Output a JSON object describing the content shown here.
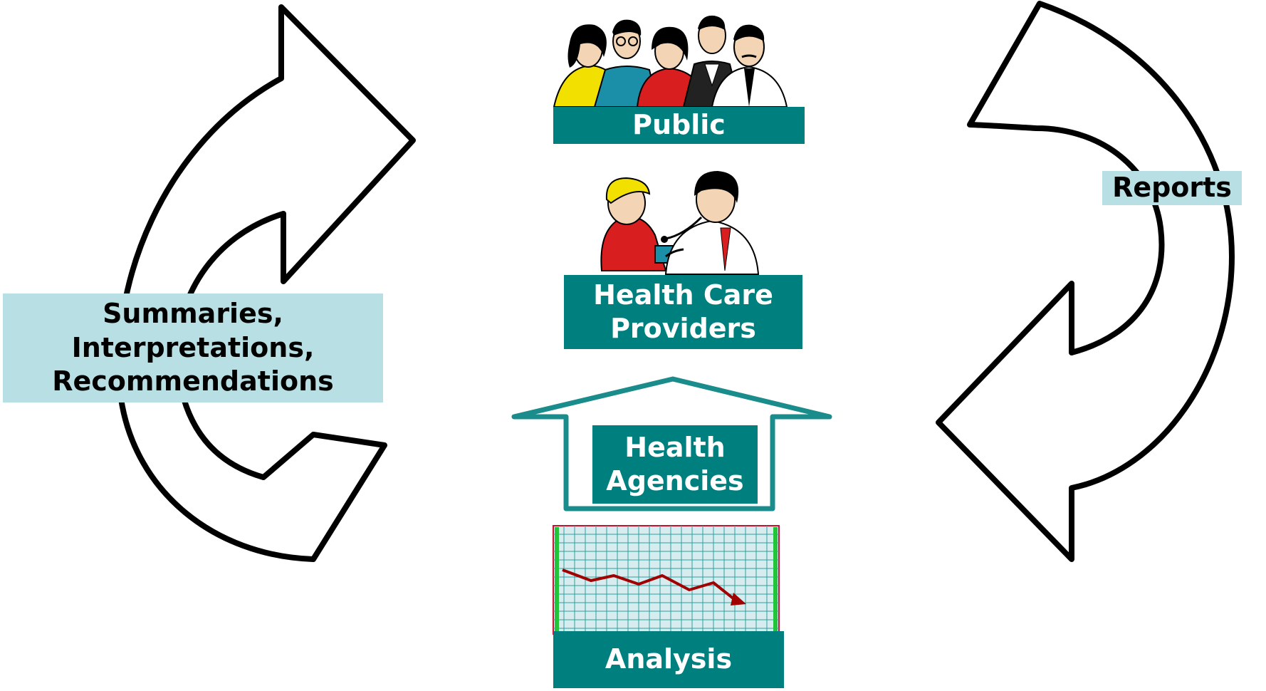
{
  "colors": {
    "teal": "#007F7F",
    "teal_text": "#FFFFFF",
    "light_box": "#B8DFE3",
    "light_text": "#000000",
    "arrow_outline": "#000000",
    "house_outline": "#1A8C8C",
    "chart_grid": "#2FA0A0",
    "chart_border": "#22C43A",
    "chart_line": "#A00000"
  },
  "labels": {
    "public": "Public",
    "providers": [
      "Health Care",
      "Providers"
    ],
    "agencies": [
      "Health",
      "Agencies"
    ],
    "analysis": "Analysis",
    "summaries": [
      "Summaries,",
      "Interpretations,",
      "Recommendations"
    ],
    "reports": "Reports"
  },
  "clipart": {
    "public": "group-of-people-illustration",
    "providers": "doctor-examining-child-illustration",
    "analysis": "declining-trend-chart-illustration"
  }
}
